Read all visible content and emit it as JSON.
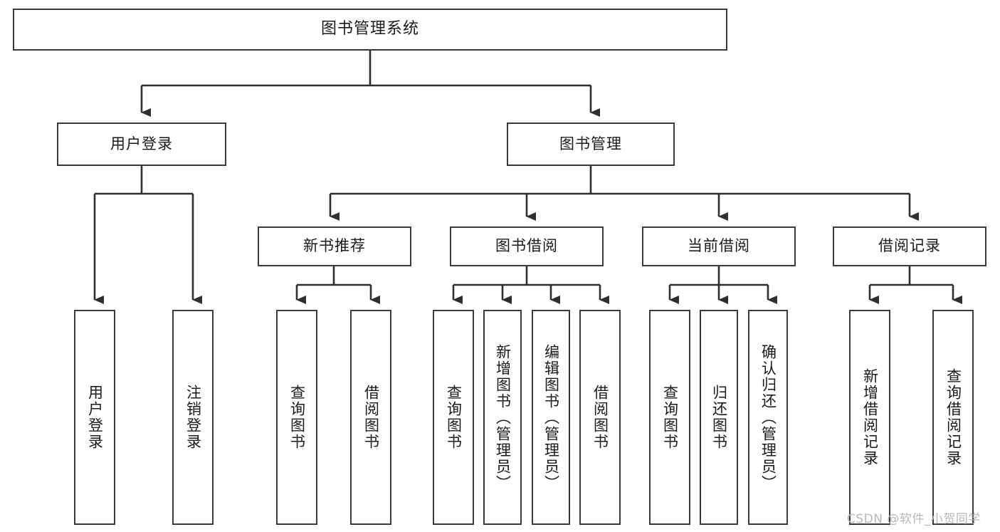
{
  "diagram": {
    "title": "图书管理系统",
    "type": "tree-hierarchy-diagram",
    "orientation": "top-down",
    "colors": {
      "box_border": "#3a3a3a",
      "box_fill": "#ffffff",
      "edge": "#2f2f2f",
      "text": "#1a1a1a",
      "watermark": "#b8b8b8",
      "background": "#ffffff"
    }
  },
  "root": {
    "label": "图书管理系统"
  },
  "level1": [
    {
      "label": "用户登录"
    },
    {
      "label": "图书管理"
    }
  ],
  "level2": [
    {
      "label": "新书推荐"
    },
    {
      "label": "图书借阅"
    },
    {
      "label": "当前借阅"
    },
    {
      "label": "借阅记录"
    }
  ],
  "leaves": {
    "user_login": [
      {
        "label": "用户登录"
      },
      {
        "label": "注销登录"
      }
    ],
    "new_book_recommend": [
      {
        "label": "查询图书"
      },
      {
        "label": "借阅图书"
      }
    ],
    "book_borrow": [
      {
        "label": "查询图书"
      },
      {
        "label": "新增图书（管理员）"
      },
      {
        "label": "编辑图书（管理员）"
      },
      {
        "label": "借阅图书"
      }
    ],
    "current_borrow": [
      {
        "label": "查询图书"
      },
      {
        "label": "归还图书"
      },
      {
        "label": "确认归还（管理员）"
      }
    ],
    "borrow_record": [
      {
        "label": "新增借阅记录"
      },
      {
        "label": "查询借阅记录"
      }
    ]
  },
  "watermark": {
    "text": "CSDN @软件_小贺同学"
  }
}
